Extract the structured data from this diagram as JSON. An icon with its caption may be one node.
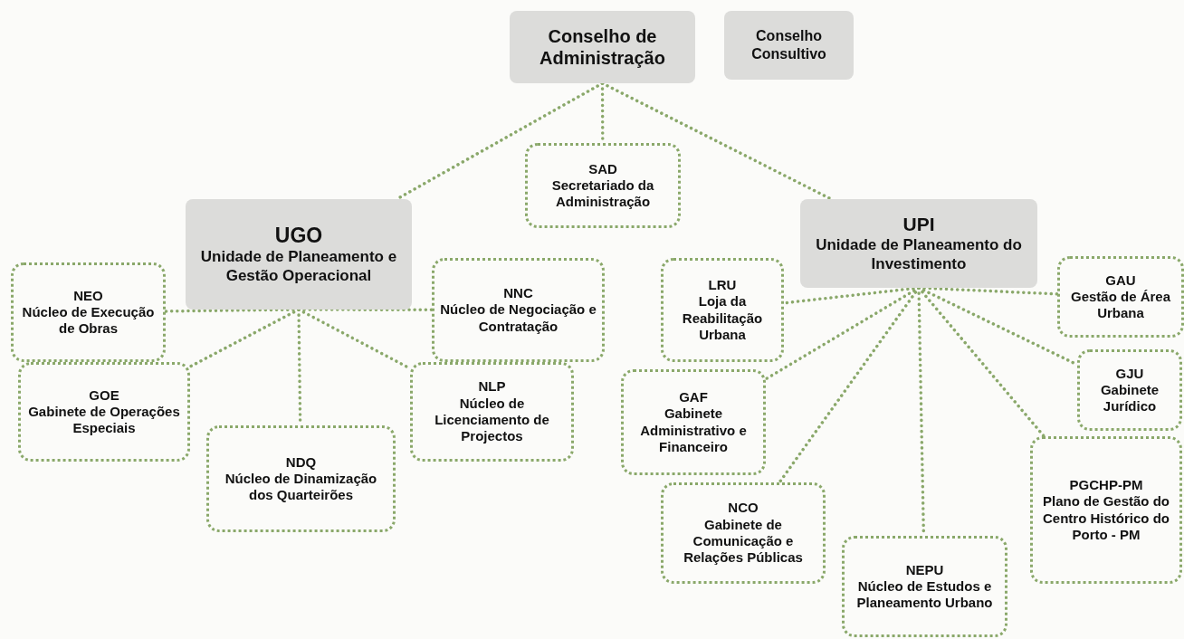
{
  "diagram": {
    "nodes": [
      {
        "text": [
          "Conselho de Administração"
        ]
      },
      {
        "text": [
          "Conselho Consultivo"
        ]
      },
      {
        "text": [
          "SAD",
          "Secretariado da Administração"
        ]
      },
      {
        "text": [
          "UGO",
          "Unidade de Planeamento e Gestão Operacional"
        ]
      },
      {
        "text": [
          "UPI",
          "Unidade de Planeamento do Investimento"
        ]
      },
      {
        "text": [
          "NEO",
          "Núcleo de Execução de Obras"
        ]
      },
      {
        "text": [
          "NNC",
          "Núcleo de Negociação e Contratação"
        ]
      },
      {
        "text": [
          "LRU",
          "Loja da Reabilitação Urbana"
        ]
      },
      {
        "text": [
          "GAU",
          "Gestão de Área Urbana"
        ]
      },
      {
        "text": [
          "GOE",
          "Gabinete de Operações Especiais"
        ]
      },
      {
        "text": [
          "NLP",
          "Núcleo de Licenciamento de Projectos"
        ]
      },
      {
        "text": [
          "NDQ",
          "Núcleo de Dinamização dos Quarteirões"
        ]
      },
      {
        "text": [
          "GAF",
          "Gabinete Administrativo e Financeiro"
        ]
      },
      {
        "text": [
          "GJU",
          "Gabinete Jurídico"
        ]
      },
      {
        "text": [
          "PGCHP-PM",
          "Plano de Gestão do Centro Histórico do Porto - PM"
        ]
      },
      {
        "text": [
          "NCO",
          "Gabinete de Comunicação e Relações Públicas"
        ]
      },
      {
        "text": [
          "NEPU",
          "Núcleo de Estudos e Planeamento Urbano"
        ]
      }
    ],
    "edges": [
      {
        "from": 0,
        "to": 3,
        "arrow": "none"
      },
      {
        "from": 0,
        "to": 2,
        "arrow": "none"
      },
      {
        "from": 0,
        "to": 4,
        "arrow": "none"
      },
      {
        "from": 3,
        "to": 5,
        "arrow": "none"
      },
      {
        "from": 3,
        "to": 6,
        "arrow": "none"
      },
      {
        "from": 3,
        "to": 9,
        "arrow": "none"
      },
      {
        "from": 3,
        "to": 11,
        "arrow": "none"
      },
      {
        "from": 3,
        "to": 10,
        "arrow": "none"
      },
      {
        "from": 4,
        "to": 7,
        "arrow": "none"
      },
      {
        "from": 4,
        "to": 8,
        "arrow": "none"
      },
      {
        "from": 4,
        "to": 12,
        "arrow": "none"
      },
      {
        "from": 4,
        "to": 13,
        "arrow": "none"
      },
      {
        "from": 4,
        "to": 14,
        "arrow": "none"
      },
      {
        "from": 4,
        "to": 15,
        "arrow": "none"
      },
      {
        "from": 4,
        "to": 16,
        "arrow": "none"
      }
    ]
  }
}
